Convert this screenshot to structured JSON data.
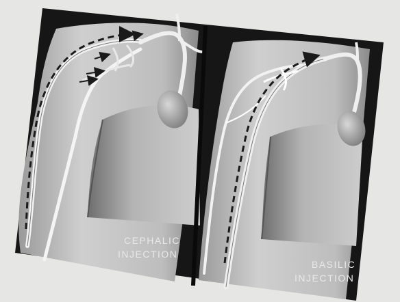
{
  "panels": [
    {
      "id": "cephalic",
      "caption_line1": "CEPHALIC",
      "caption_line2": "INJECTION"
    },
    {
      "id": "basilic",
      "caption_line1": "BASILIC",
      "caption_line2": "INJECTION"
    }
  ],
  "colors": {
    "page_background": "#e6e6e4",
    "frame": "#161616",
    "skin_light": "#c9c9c9",
    "skin_shadow": "#7a7a7a",
    "vein": "#f2f2f2",
    "flow_arrow": "#1a1a1a",
    "caption": "#e8e8e8"
  },
  "icons": [
    "dashed-flow-arrow-icon",
    "flow-arrow-icon",
    "heart-icon"
  ]
}
